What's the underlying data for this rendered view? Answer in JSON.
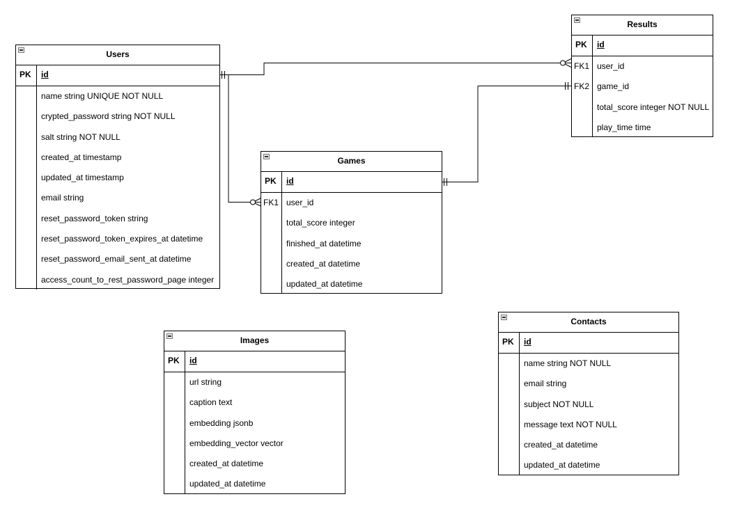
{
  "entities": {
    "users": {
      "title": "Users",
      "pk_label": "PK",
      "pk_field": "id",
      "fields": [
        "name string UNIQUE NOT NULL",
        "crypted_password string NOT NULL",
        "salt string NOT NULL",
        "created_at timestamp",
        "updated_at timestamp",
        "email string",
        "reset_password_token string",
        "reset_password_token_expires_at datetime",
        "reset_password_email_sent_at datetime",
        "access_count_to_rest_password_page integer"
      ]
    },
    "results": {
      "title": "Results",
      "pk_label": "PK",
      "pk_field": "id",
      "fk1_label": "FK1",
      "fk2_label": "FK2",
      "fields": [
        "user_id",
        "game_id",
        "total_score integer NOT NULL",
        "play_time time"
      ]
    },
    "games": {
      "title": "Games",
      "pk_label": "PK",
      "pk_field": "id",
      "fk1_label": "FK1",
      "fields": [
        "user_id",
        "total_score integer",
        "finished_at datetime",
        "created_at datetime",
        "updated_at datetime"
      ]
    },
    "images": {
      "title": "Images",
      "pk_label": "PK",
      "pk_field": "id",
      "fields": [
        "url string",
        "caption text",
        "embedding jsonb",
        "embedding_vector vector",
        "created_at datetime",
        "updated_at datetime"
      ]
    },
    "contacts": {
      "title": "Contacts",
      "pk_label": "PK",
      "pk_field": "id",
      "fields": [
        "name string NOT NULL",
        "email string",
        "subject NOT NULL",
        "message text NOT NULL",
        "created_at datetime",
        "updated_at datetime"
      ]
    }
  }
}
